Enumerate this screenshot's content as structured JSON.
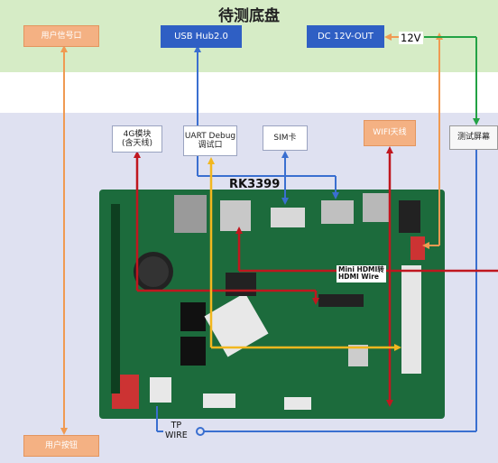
{
  "title": "待测底盘",
  "boxes": {
    "user_signal": "用户信号口",
    "usb_hub": "USB Hub2.0",
    "dc_out": "DC 12V-OUT",
    "volt_label": "12V",
    "test_screen": "测试屏幕",
    "module_4g": "4G模块\n(含天线)",
    "uart_debug": "UART Debug\n调试口",
    "sim_card": "SIM卡",
    "wifi_antenna": "WIFI天线",
    "user_button": "用户按钮"
  },
  "board": {
    "chip_label": "RK3399",
    "hdmi_label": "Mini HDMI转\nHDMI Wire",
    "tp_wire": "TP\nWIRE"
  },
  "colors": {
    "orange_wire": "#f09a52",
    "blue_wire": "#3a6fd0",
    "red_wire": "#c0171f",
    "yellow_wire": "#f2b71f",
    "green_wire": "#22a244",
    "board_green": "#1c6b3c"
  }
}
